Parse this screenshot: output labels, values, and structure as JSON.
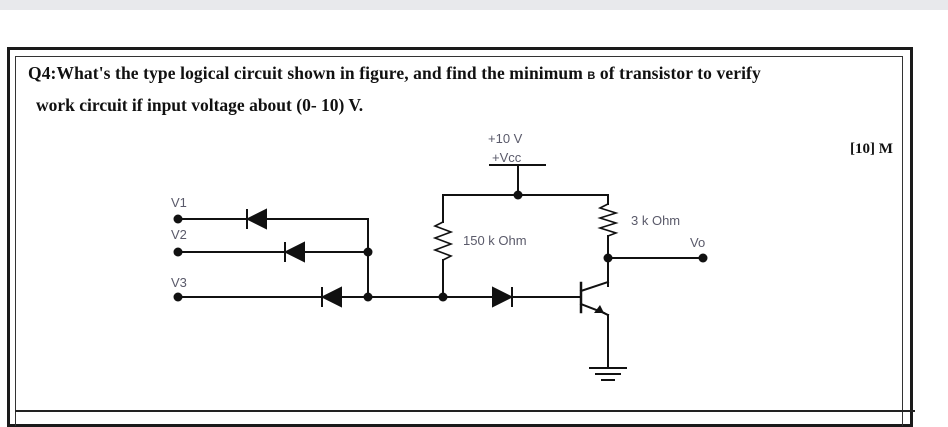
{
  "question": {
    "line1_pre": "Q4:What's the type logical circuit shown in figure, and find the minimum ",
    "beta_symbol": "B",
    "line1_post": " of transistor to verify",
    "line2": "work circuit  if input voltage about (0- 10) V.",
    "marks": "[10] M"
  },
  "circuit": {
    "supply_voltage": "+10 V",
    "supply_name": "+Vcc",
    "input_labels": [
      "V1",
      "V2",
      "V3"
    ],
    "base_resistor": "150 k Ohm",
    "collector_resistor": "3 k Ohm",
    "output_label": "Vo"
  }
}
